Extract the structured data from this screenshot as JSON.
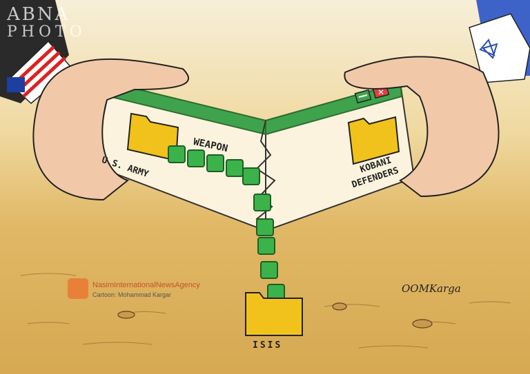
{
  "watermark": {
    "line1": "ABNA",
    "line2": "PHOTO"
  },
  "credit": {
    "agency": "NasimInternationalNewsAgency",
    "cartoonist": "Cartoon: Mohammad Kargar"
  },
  "left_window": {
    "folder_label": "U.S. ARMY",
    "transfer_label": "WEAPON"
  },
  "right_window": {
    "folder_label_line1": "KOBANI",
    "folder_label_line2": "DEFENDERS"
  },
  "destination": {
    "folder_label": "ISIS"
  },
  "signature": "OOMKarga",
  "colors": {
    "sky_top": "#f4ead0",
    "ground": "#d9ad5c",
    "window_frame": "#3fa34d",
    "window_body": "#fbf3dd",
    "folder": "#f2c21c",
    "weapon_block": "#3bb34a",
    "close_button": "#e04040",
    "skin": "#f1c9a9",
    "sleeve": "#2a2a2a"
  }
}
